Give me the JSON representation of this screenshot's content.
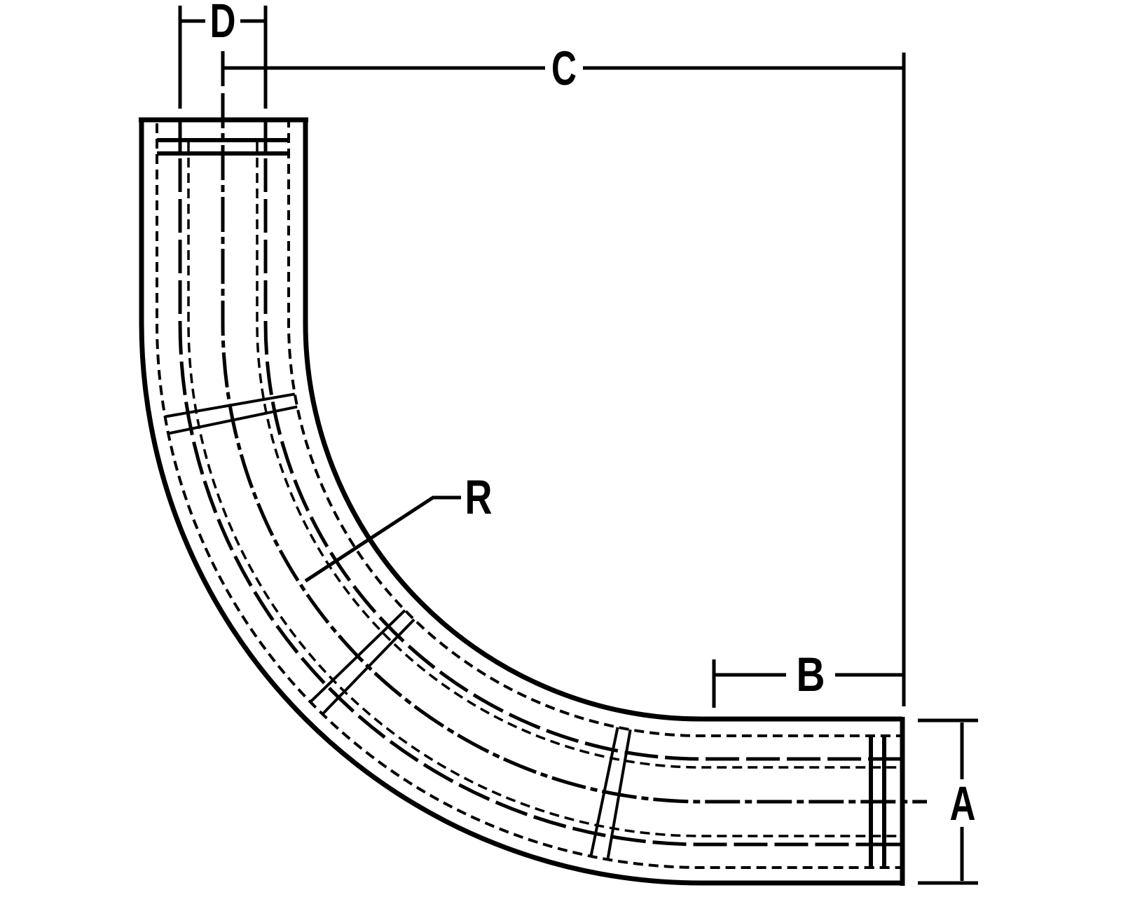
{
  "figure": {
    "kind": "technical-drawing",
    "subject": "90-degree sweep elbow, side view",
    "colors": {
      "line": "#000000",
      "background": "#ffffff"
    }
  },
  "labels": {
    "d": "D",
    "c": "C",
    "b": "B",
    "a": "A",
    "r": "R"
  }
}
